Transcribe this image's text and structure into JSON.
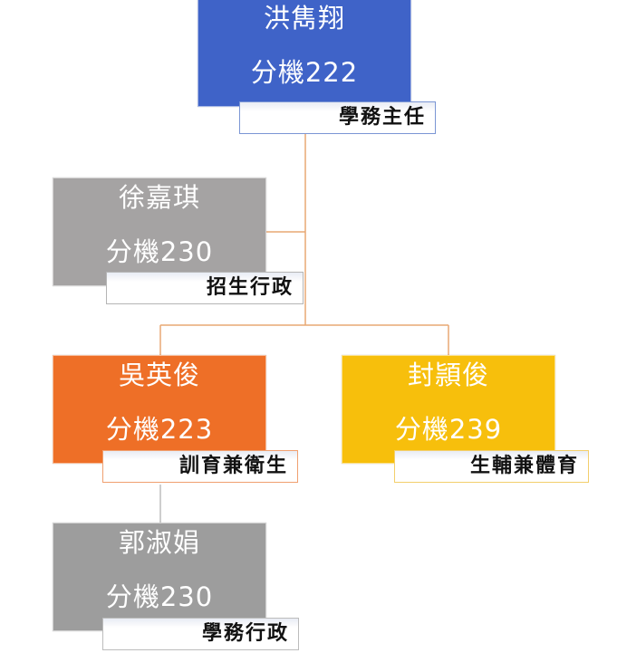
{
  "nodes": [
    {
      "id": "hong",
      "name": "洪雋翔",
      "ext": "分機222",
      "role": "學務主任",
      "fill": "#3f63c8",
      "tag_border": "#7b96d4"
    },
    {
      "id": "xu",
      "name": "徐嘉琪",
      "ext": "分機230",
      "role": "招生行政",
      "fill": "#a5a3a3",
      "tag_border": "#b5b5b5"
    },
    {
      "id": "wu",
      "name": "吳英俊",
      "ext": "分機223",
      "role": "訓育兼衛生",
      "fill": "#ee6f27",
      "tag_border": "#f0a070"
    },
    {
      "id": "feng",
      "name": "封頴俊",
      "ext": "分機239",
      "role": "生輔兼體育",
      "fill": "#f7bf0c",
      "tag_border": "#f3cf6c"
    },
    {
      "id": "guo",
      "name": "郭淑娟",
      "ext": "分機230",
      "role": "學務行政",
      "fill": "#9d9d9d",
      "tag_border": "#bcbcbc"
    }
  ],
  "connector_color": "#e8a874",
  "connector_color_gray": "#bdbdbd"
}
